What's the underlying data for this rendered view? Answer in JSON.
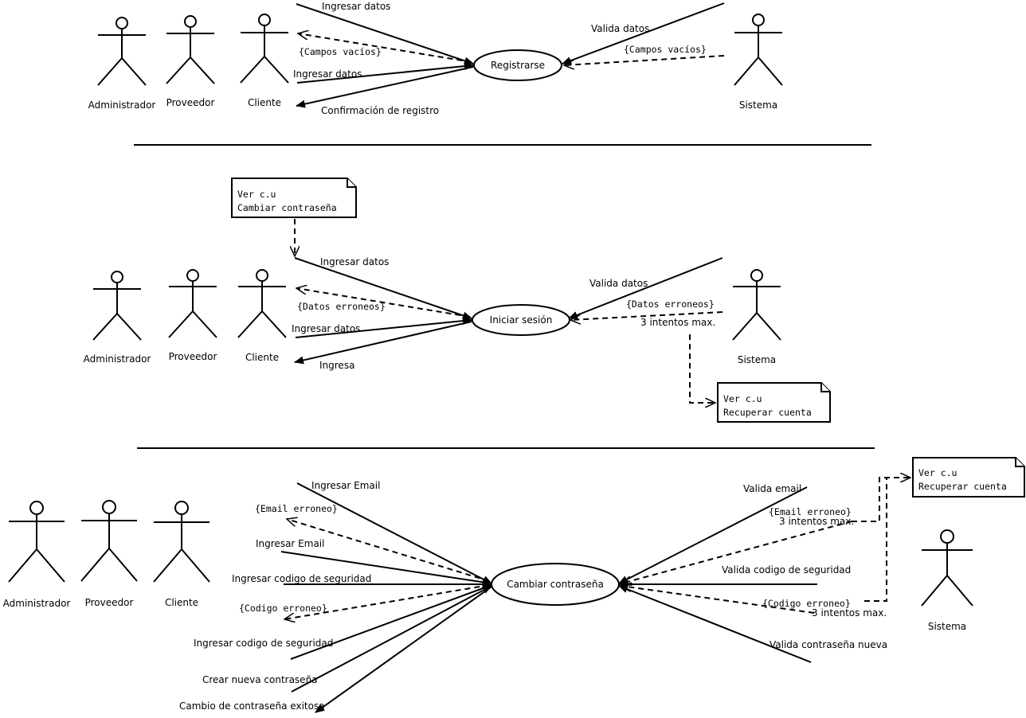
{
  "actors": {
    "administrador": "Administrador",
    "proveedor": "Proveedor",
    "cliente": "Cliente",
    "sistema": "Sistema"
  },
  "registro": {
    "use_case": "Registrarse",
    "ingresar_datos_1": "Ingresar datos",
    "campos_vacios_left": "{Campos vacíos}",
    "ingresar_datos_2": "Ingresar datos",
    "confirmacion": "Confirmación de registro",
    "valida_datos": "Valida datos",
    "campos_vacios_right": "{Campos vacíos}"
  },
  "login": {
    "use_case": "Iniciar sesión",
    "note_top_line1": "Ver c.u",
    "note_top_line2": "Cambiar contraseña",
    "ingresar_datos_1": "Ingresar datos",
    "datos_erroneos_left": "{Datos erroneos}",
    "ingresar_datos_2": "Ingresar datos",
    "ingresa": "Ingresa",
    "valida_datos": "Valida datos",
    "datos_erroneos_right": "{Datos erroneos}",
    "intentos": "3 intentos max.",
    "note_bottom_line1": "Ver c.u",
    "note_bottom_line2": "Recuperar cuenta"
  },
  "cambio": {
    "use_case": "Cambiar contraseña",
    "ingresar_email_1": "Ingresar Email",
    "email_erroneo_left": "{Email erroneo}",
    "ingresar_email_2": "Ingresar Email",
    "ingresar_codigo_1": "Ingresar codigo de seguridad",
    "codigo_erroneo_left": "{Codigo erroneo}",
    "ingresar_codigo_2": "Ingresar codigo de seguridad",
    "crear_contrasena": "Crear nueva contraseña",
    "cambio_exitoso": "Cambio de contraseña exitosa",
    "valida_email": "Valida email",
    "email_erroneo_right": "{Email erroneo}",
    "intentos_1": "3 intentos max.",
    "valida_codigo": "Valida codigo de seguridad",
    "codigo_erroneo_right": "{Codigo erroneo}",
    "intentos_2": "3 intentos max.",
    "valida_contrasena": "Valida contraseña nueva",
    "note_line1": "Ver c.u",
    "note_line2": "Recuperar cuenta"
  }
}
